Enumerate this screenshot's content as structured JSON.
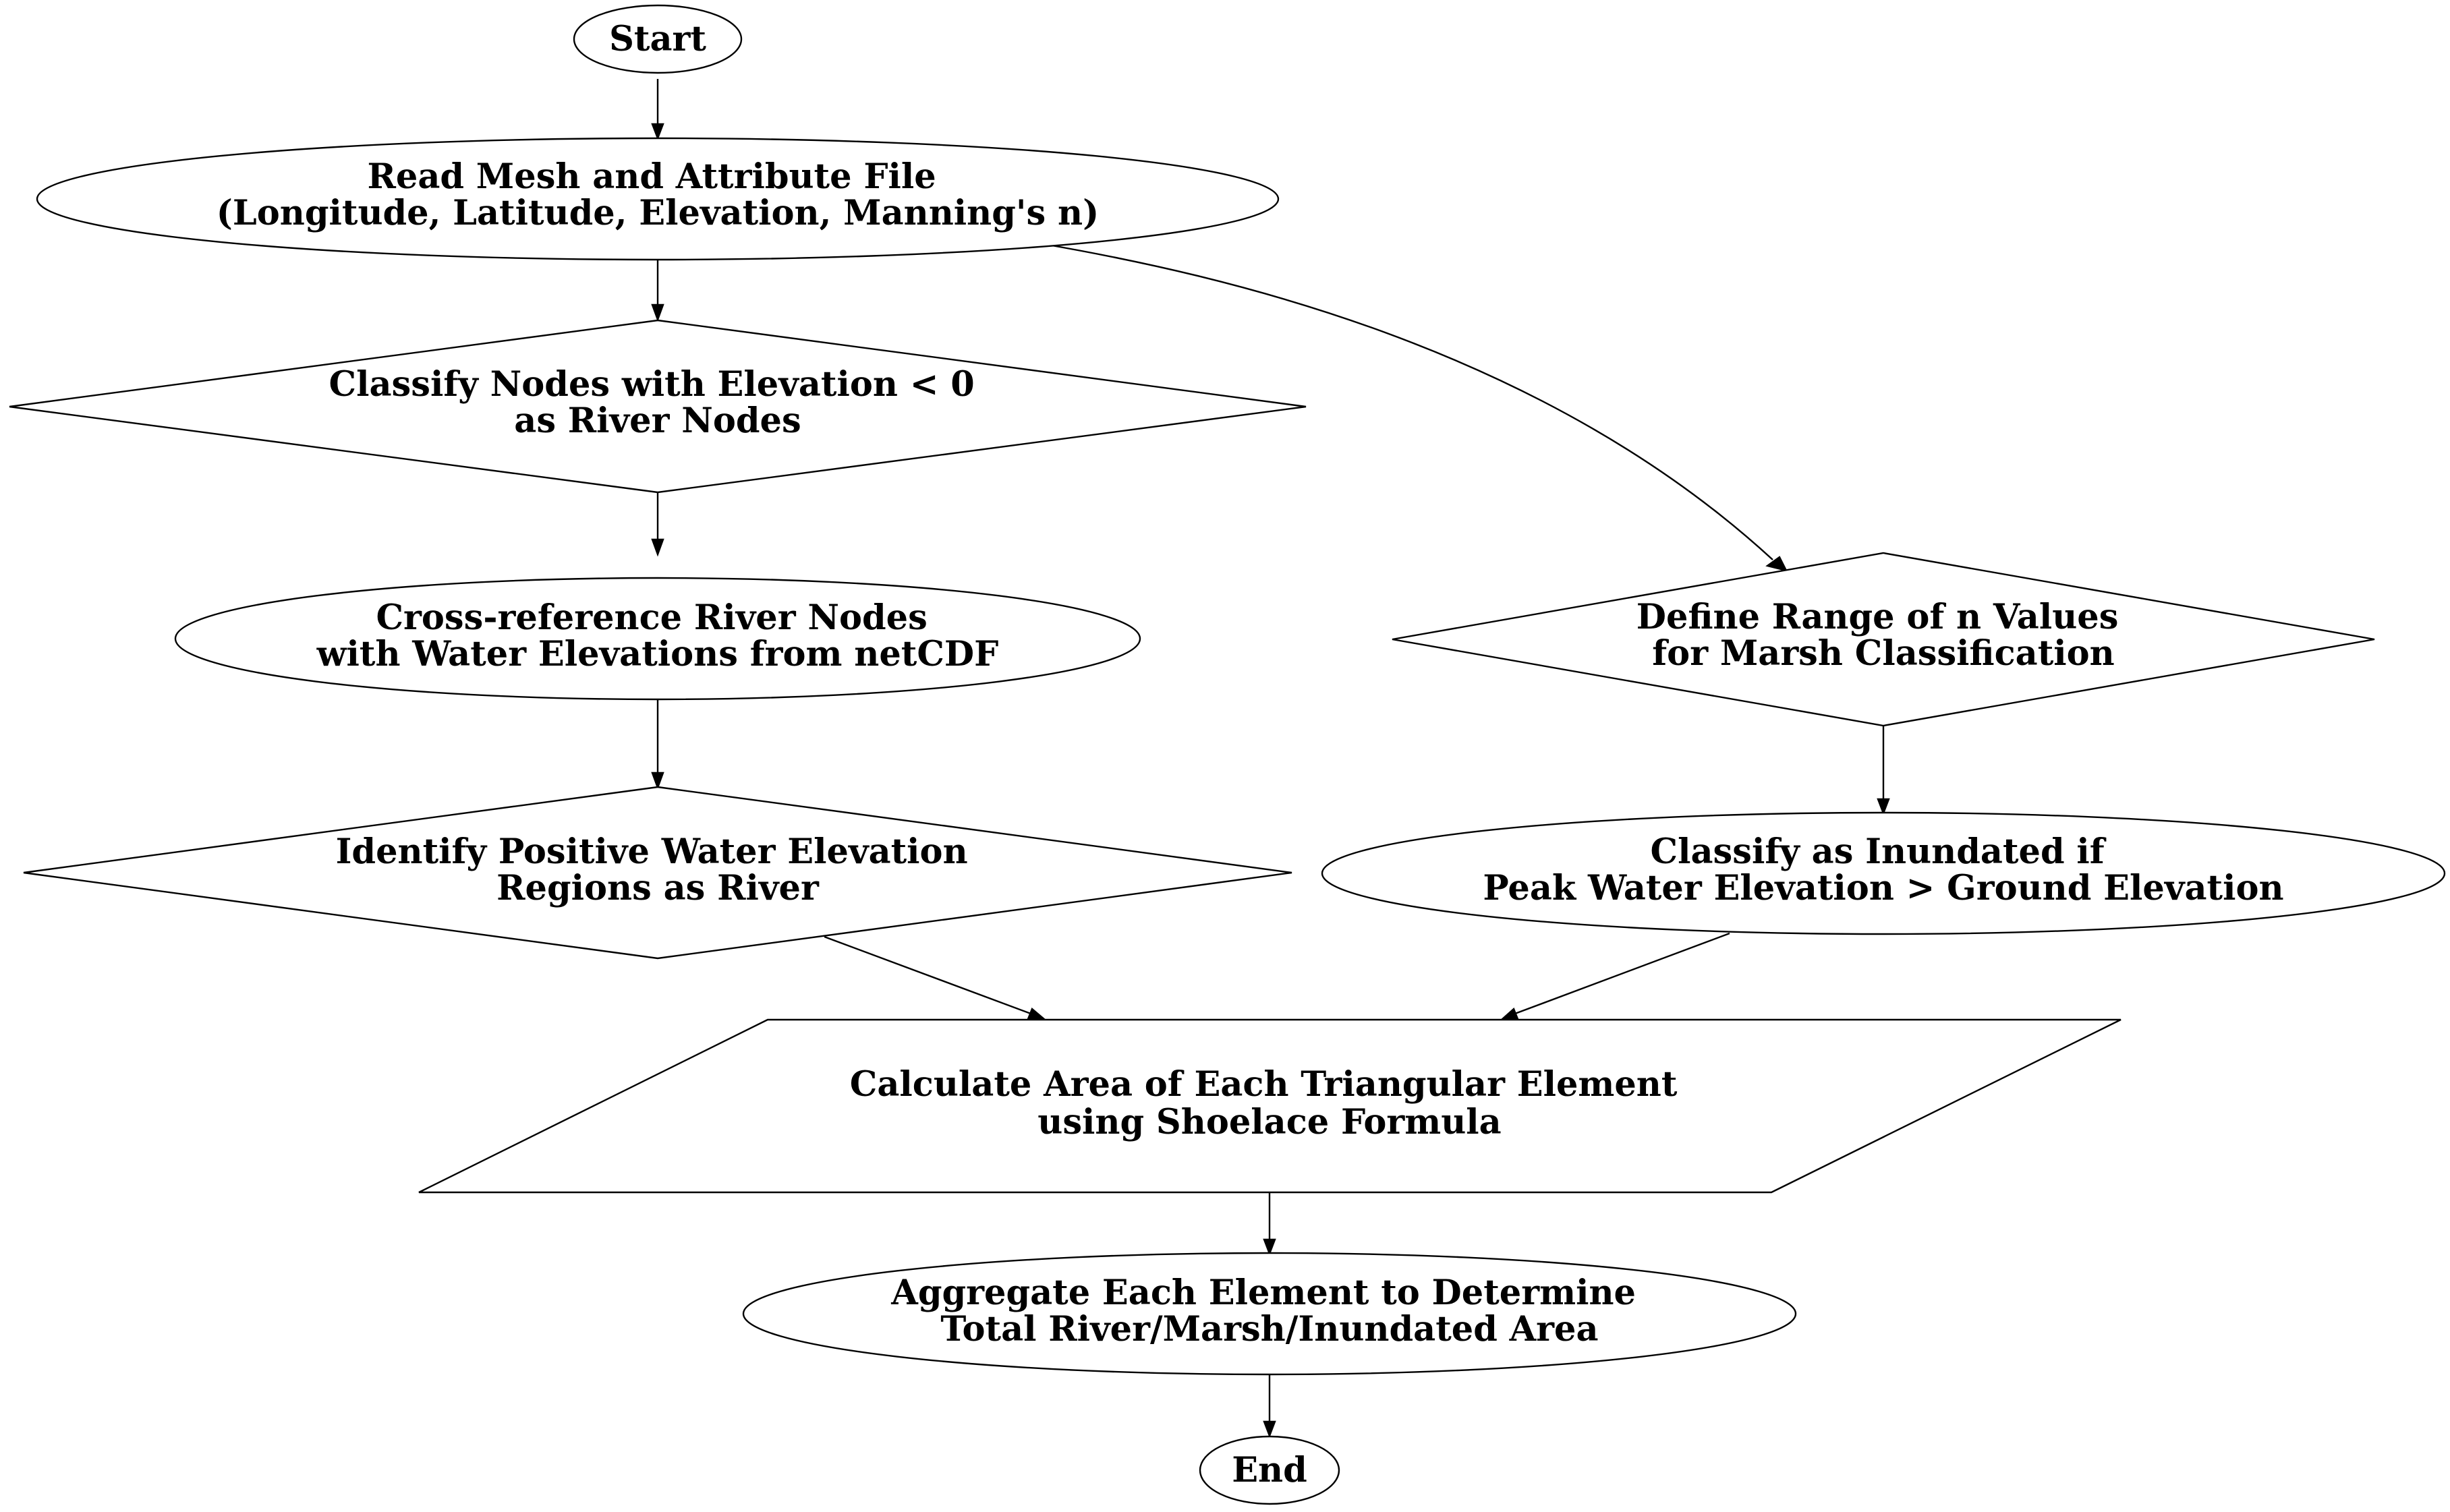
{
  "nodes": {
    "start": {
      "lines": [
        "Start"
      ]
    },
    "read_mesh": {
      "lines": [
        "Read Mesh and Attribute File",
        "(Longitude, Latitude, Elevation, Manning's n)"
      ]
    },
    "classify_nodes": {
      "lines": [
        "Classify Nodes with Elevation < 0",
        "as River Nodes"
      ]
    },
    "cross_reference": {
      "lines": [
        "Cross-reference River Nodes",
        "with Water Elevations from netCDF"
      ]
    },
    "identify_positive": {
      "lines": [
        "Identify Positive Water Elevation",
        "Regions as River"
      ]
    },
    "define_range": {
      "lines": [
        "Define Range of n Values",
        "for Marsh Classification"
      ]
    },
    "classify_inundated": {
      "lines": [
        "Classify as Inundated if",
        "Peak Water Elevation > Ground Elevation"
      ]
    },
    "calculate_area": {
      "lines": [
        "Calculate Area of Each Triangular Element",
        "using Shoelace Formula"
      ]
    },
    "aggregate": {
      "lines": [
        "Aggregate Each Element to Determine",
        "Total River/Marsh/Inundated Area"
      ]
    },
    "end": {
      "lines": [
        "End"
      ]
    }
  },
  "edges": [
    {
      "from": "start",
      "to": "read_mesh"
    },
    {
      "from": "read_mesh",
      "to": "classify_nodes"
    },
    {
      "from": "read_mesh",
      "to": "define_range"
    },
    {
      "from": "classify_nodes",
      "to": "cross_reference"
    },
    {
      "from": "cross_reference",
      "to": "identify_positive"
    },
    {
      "from": "define_range",
      "to": "classify_inundated"
    },
    {
      "from": "identify_positive",
      "to": "calculate_area"
    },
    {
      "from": "classify_inundated",
      "to": "calculate_area"
    },
    {
      "from": "calculate_area",
      "to": "aggregate"
    },
    {
      "from": "aggregate",
      "to": "end"
    }
  ]
}
